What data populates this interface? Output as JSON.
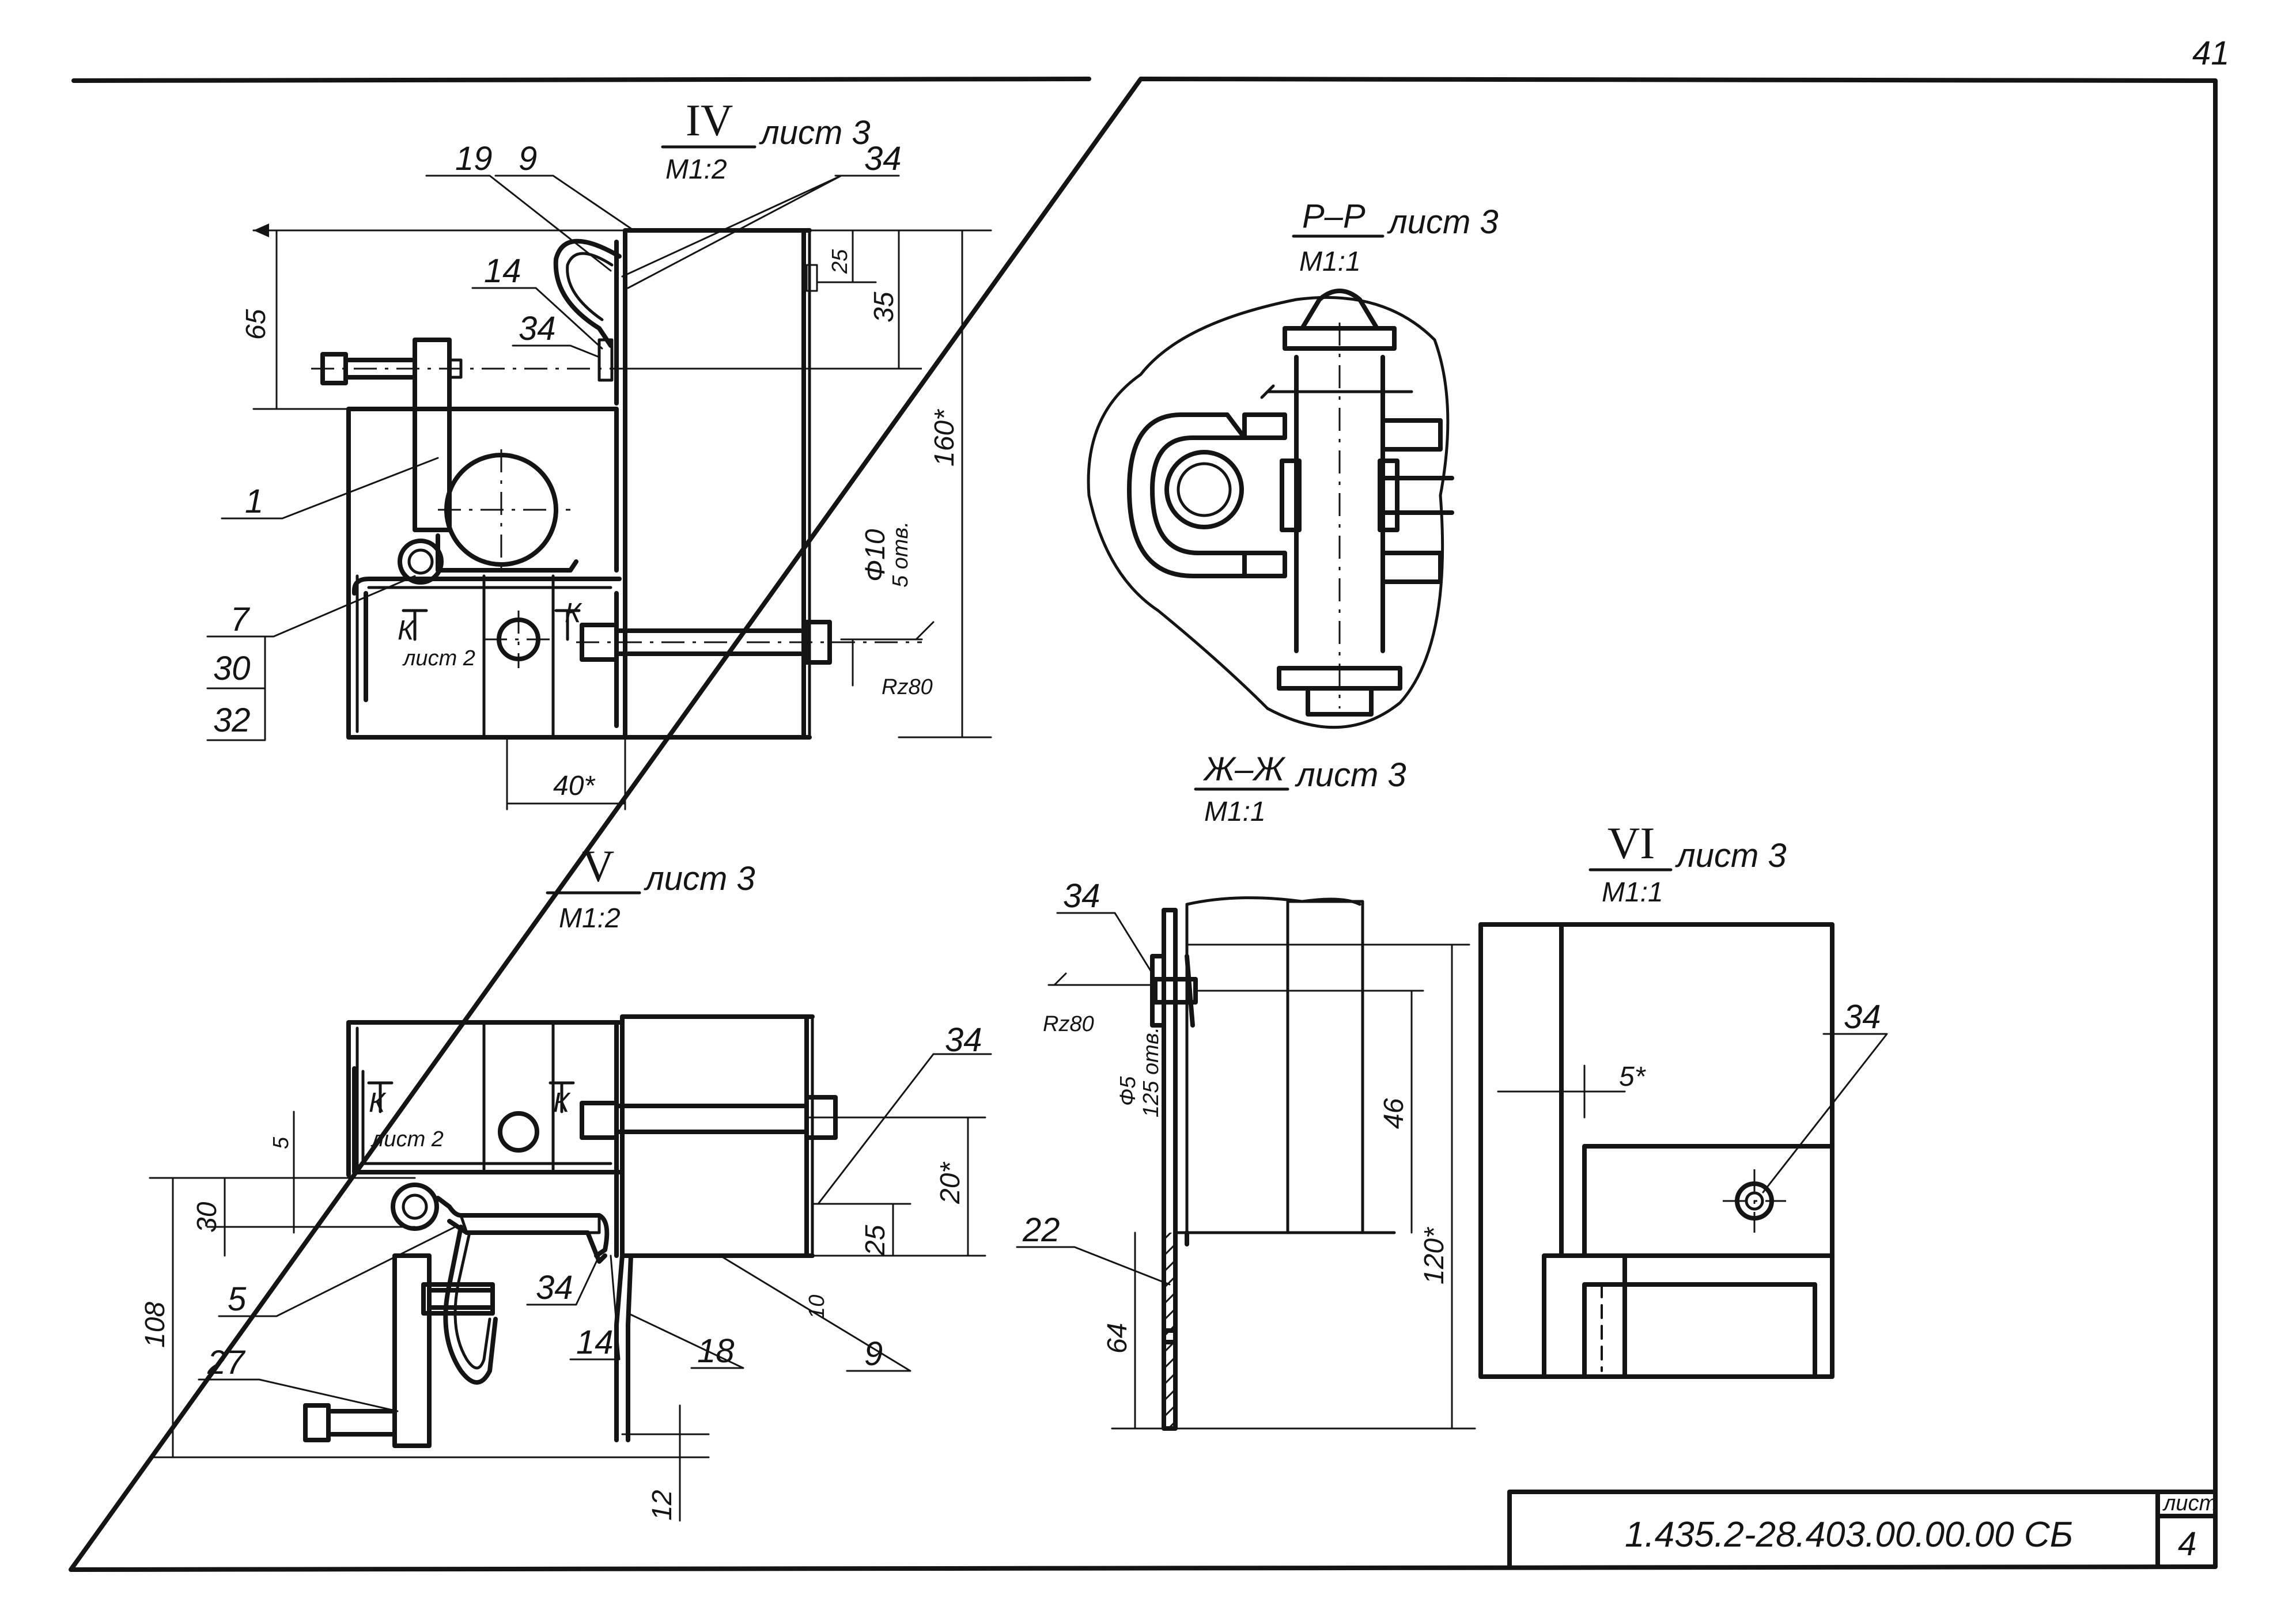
{
  "sheet": {
    "page_number": "41",
    "designation": "1.435.2-28.403.00.00.00 СБ",
    "sheet_label": "лист",
    "sheet_number": "4"
  },
  "view_iv": {
    "title": "IV",
    "scale": "М1:2",
    "ref": "лист 3",
    "callouts": [
      "19",
      "9",
      "34",
      "14",
      "34",
      "1",
      "7",
      "30",
      "32"
    ],
    "section_mark": "К",
    "section_ref": "лист 2",
    "dims": {
      "d65": "65",
      "d25": "25",
      "d35": "35",
      "d160": "160*",
      "hole": "Ф10",
      "hole_count": "5 отв.",
      "rough": "Rz80",
      "d40": "40*"
    }
  },
  "section_pp": {
    "title": "Р–Р",
    "scale": "М1:1",
    "ref": "лист 3"
  },
  "section_zhzh": {
    "title": "Ж–Ж",
    "scale": "М1:1",
    "ref": "лист 3"
  },
  "view_v": {
    "title": "V",
    "scale": "М1:2",
    "ref": "лист 3",
    "callouts": [
      "34",
      "5",
      "34",
      "27",
      "14",
      "18",
      "9"
    ],
    "section_mark": "К",
    "section_ref": "лист 2",
    "dims": {
      "d5": "5",
      "d30": "30",
      "d108": "108",
      "d20": "20*",
      "d25": "25",
      "d10": "10",
      "d12": "12"
    }
  },
  "detail_22": {
    "callouts": [
      "34",
      "22"
    ],
    "dims": {
      "rough": "Rz80",
      "hole": "Ф5",
      "hole_count": "125 отв.",
      "d46": "46",
      "d64": "64",
      "d120": "120*"
    }
  },
  "view_vi": {
    "title": "VI",
    "scale": "М1:1",
    "ref": "лист 3",
    "callouts": [
      "34"
    ],
    "dims": {
      "d5": "5*"
    }
  }
}
